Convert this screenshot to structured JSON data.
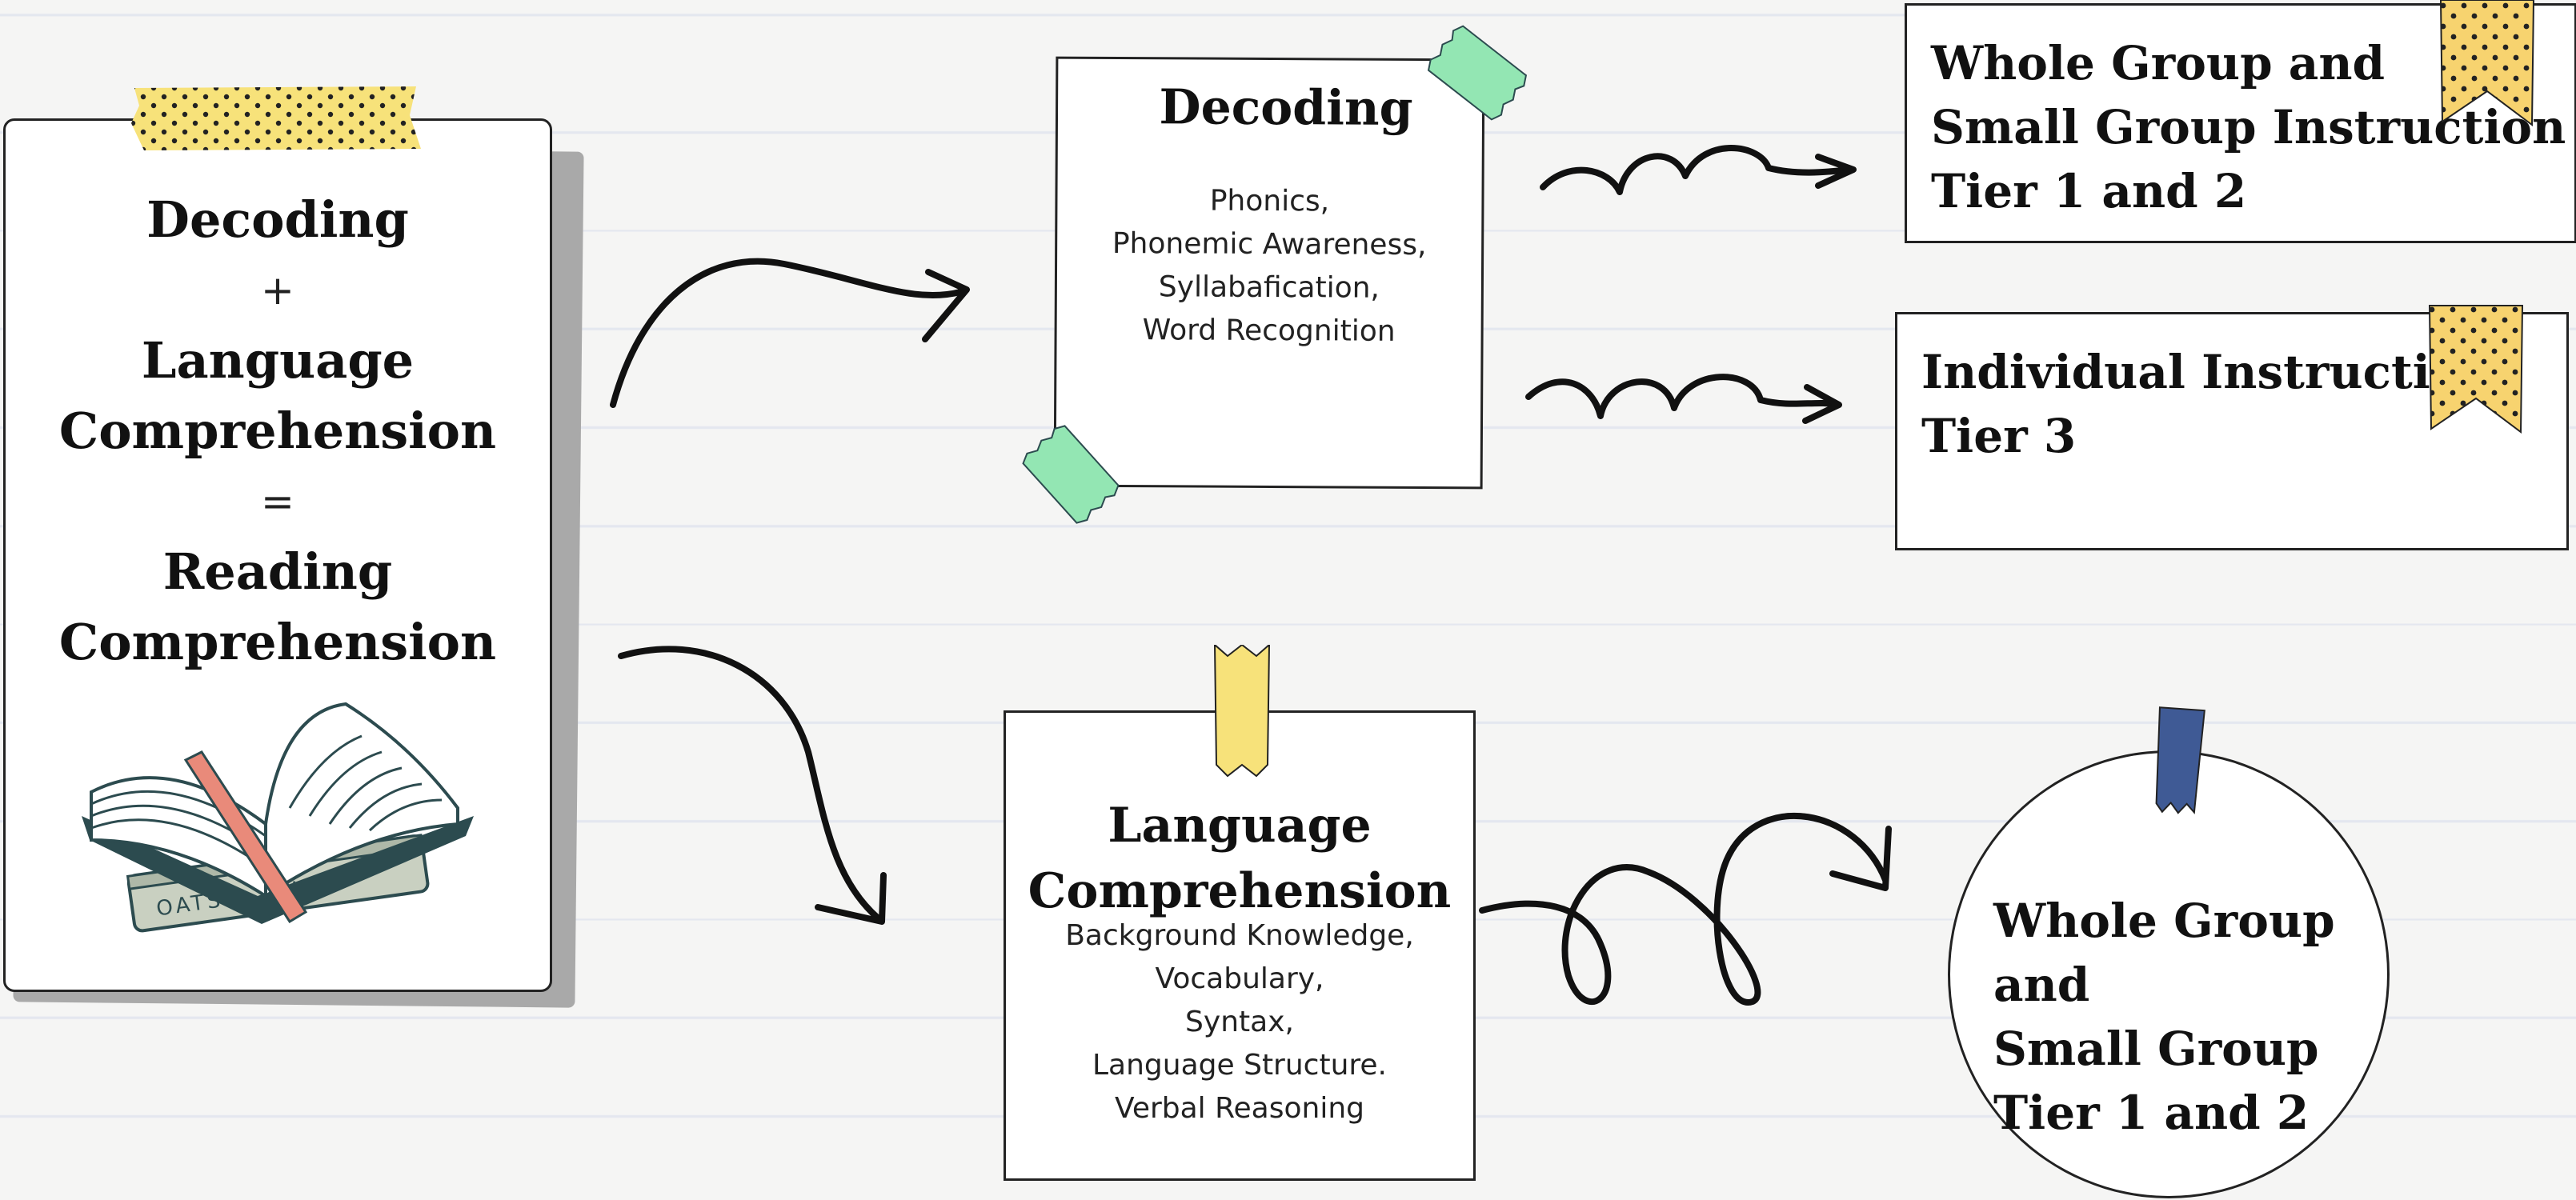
{
  "main_card": {
    "line1": "Decoding",
    "op1": "+",
    "line2": "Language",
    "line3": "Comprehension",
    "op2": "=",
    "line4": "Reading",
    "line5": "Comprehension",
    "book_label": "OATS & MILK"
  },
  "decoding_card": {
    "title": "Decoding",
    "items": [
      "Phonics,",
      "Phonemic Awareness,",
      "Syllabafication,",
      "Word Recognition"
    ]
  },
  "language_card": {
    "title_line1": "Language",
    "title_line2": "Comprehension",
    "items": [
      "Background Knowledge,",
      "Vocabulary,",
      "Syntax,",
      "Language Structure.",
      "Verbal Reasoning"
    ]
  },
  "tier12_card": {
    "line1": "Whole Group and",
    "line2": "Small Group Instruction",
    "line3": "Tier 1 and 2"
  },
  "tier3_card": {
    "line1": "Individual Instruction",
    "line2": "Tier 3"
  },
  "circle_card": {
    "line1": "Whole Group and",
    "line2": "Small Group",
    "line3": "Tier 1 and 2"
  },
  "colors": {
    "tape_yellow": "#f7e27a",
    "tape_green": "#93e6b3",
    "tape_navy": "#3f5a95",
    "bookmark_red": "#e98a7a",
    "book_teal": "#2c4b4f"
  }
}
